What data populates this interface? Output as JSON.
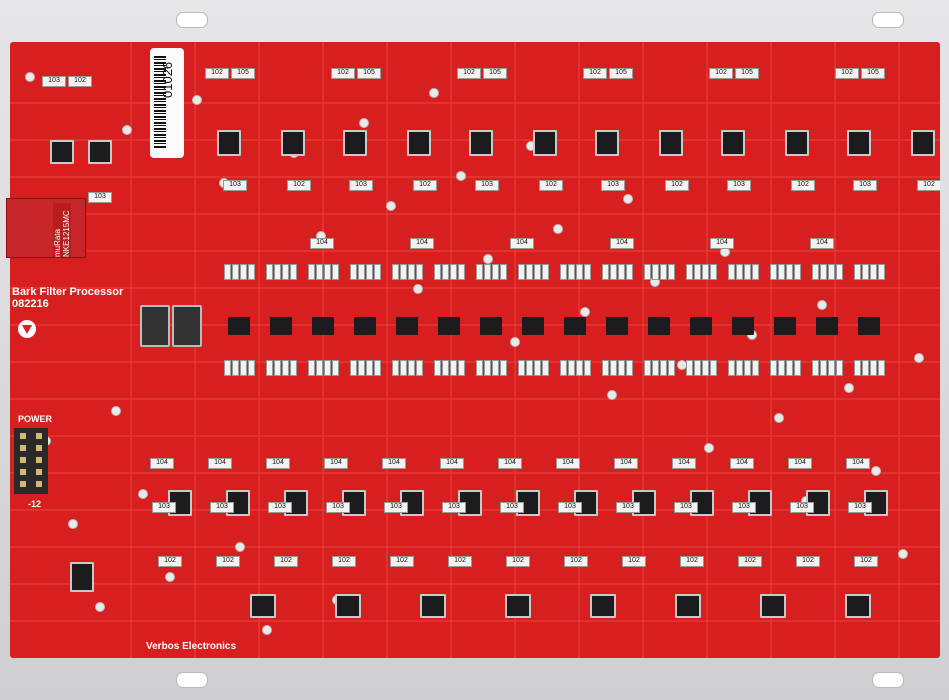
{
  "board": {
    "title": "Bark Filter Processor",
    "revision": "082216",
    "manufacturer": "Verbos Electronics",
    "power_label": "POWER",
    "power_rail": "-12",
    "serial_sticker": "01026",
    "dcdc_label": "muRata NKE1215MC",
    "colors": {
      "pcb": "#d71f1f",
      "panel": "#d9d9dc",
      "ic": "#1c1c1e"
    }
  }
}
